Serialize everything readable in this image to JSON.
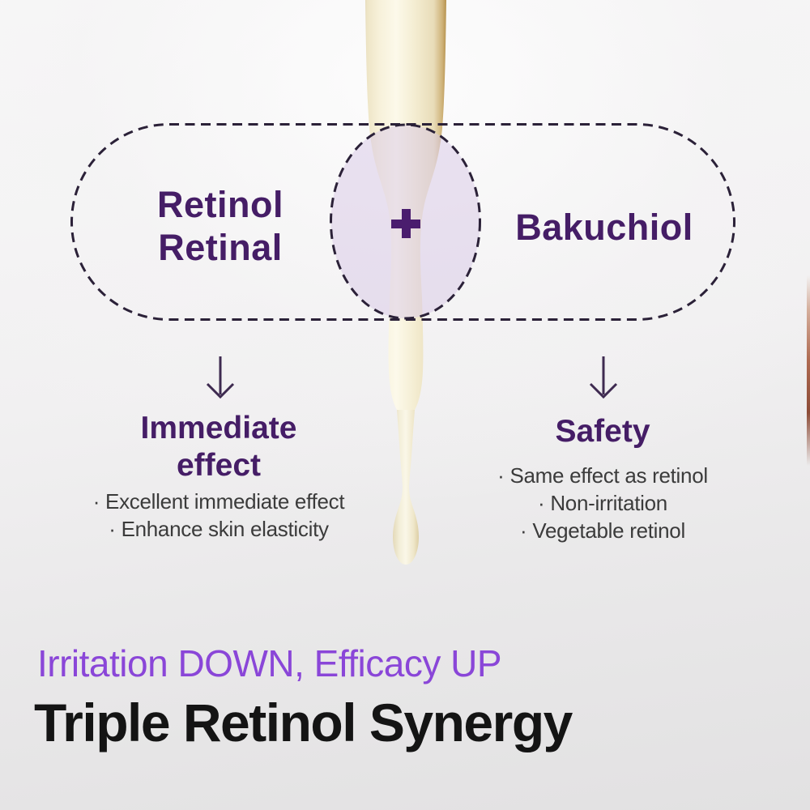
{
  "colors": {
    "background_top": "#f8f8f8",
    "background_bottom": "#e2e1e2",
    "dark_purple": "#451d66",
    "plus_purple": "#4a1d6e",
    "arrow_purple": "#3e2a50",
    "dash_outline": "#2b2138",
    "lavender_fill": "#d8c7e6",
    "body_text": "#3b3b3b",
    "footer_purple": "#8a46d8",
    "footer_black": "#141414",
    "dropper_cream": "#f4eed6"
  },
  "diagram": {
    "left_ingredient": {
      "line1": "Retinol",
      "line2": "Retinal"
    },
    "plus_symbol": "+",
    "right_ingredient": "Bakuchiol"
  },
  "benefits": {
    "left": {
      "title_line1": "Immediate",
      "title_line2": "effect",
      "items": [
        "· Excellent immediate effect",
        "· Enhance skin elasticity"
      ]
    },
    "right": {
      "title": "Safety",
      "items": [
        "· Same effect as retinol",
        "· Non-irritation",
        "· Vegetable retinol"
      ]
    }
  },
  "footer": {
    "tagline": "Irritation DOWN, Efficacy UP",
    "headline": "Triple Retinol Synergy"
  }
}
